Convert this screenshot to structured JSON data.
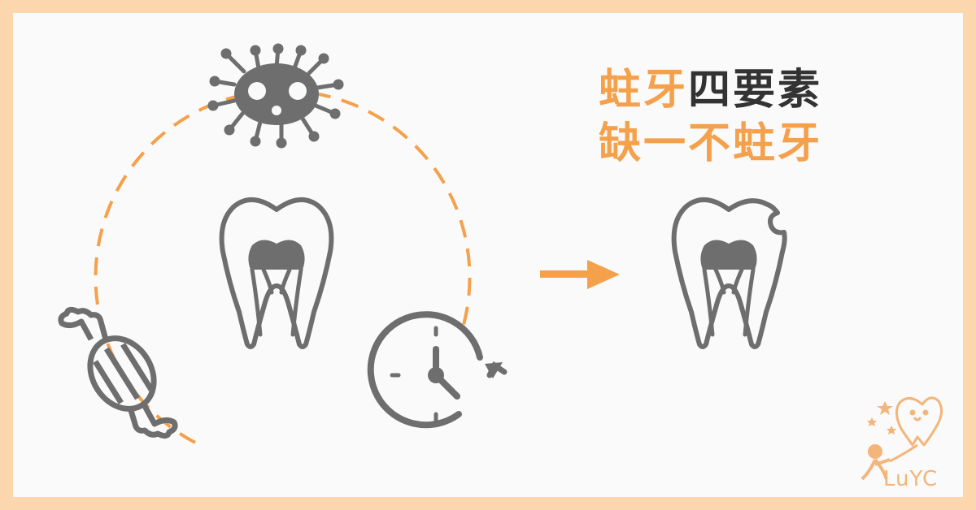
{
  "title": {
    "line1_orange": "蛀牙",
    "line1_dark": "四要素",
    "line2": "缺一不蛀牙"
  },
  "logo": {
    "text": "LuYC"
  },
  "colors": {
    "accent": "#f5a04a",
    "dark": "#333333",
    "icon": "#6e6e6e",
    "border": "#fcd7ad",
    "logo": "#f3b57a"
  },
  "icons": [
    "bacteria-icon",
    "candy-icon",
    "clock-icon",
    "tooth-icon",
    "decayed-tooth-icon",
    "arrow-right-icon",
    "mascot-logo"
  ]
}
